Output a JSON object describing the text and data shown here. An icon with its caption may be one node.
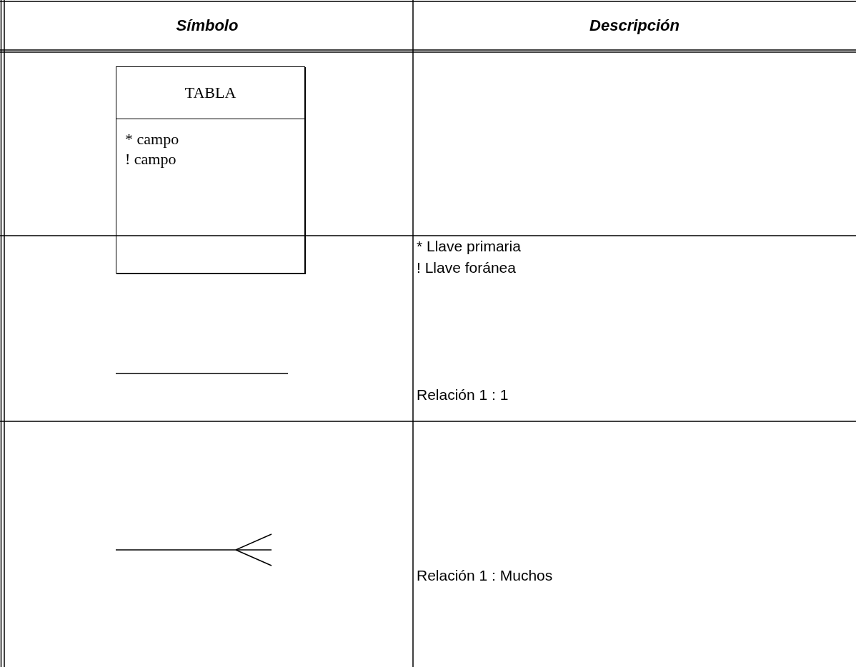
{
  "diagram": {
    "nodes": [
      {
        "text": [
          "TABLA",
          "* campo",
          "! campo"
        ]
      }
    ],
    "labels": [
      "Símbolo",
      "Descripción",
      "* Llave primaria",
      "! Llave foránea",
      "Relación 1 : 1",
      "Relación 1 : Muchos"
    ]
  }
}
